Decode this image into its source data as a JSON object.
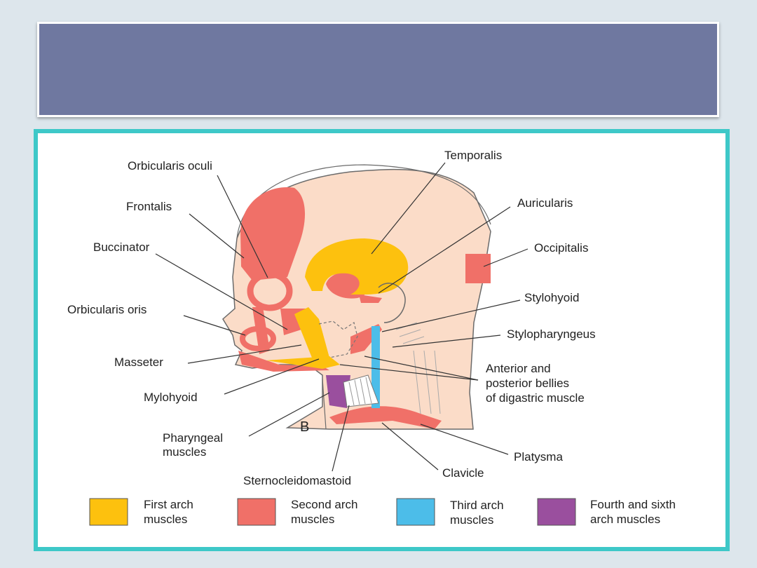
{
  "diagram": {
    "labels": {
      "orbicularis_oculi": "Orbicularis oculi",
      "frontalis": "Frontalis",
      "buccinator": "Buccinator",
      "orbicularis_oris": "Orbicularis oris",
      "masseter": "Masseter",
      "mylohyoid": "Mylohyoid",
      "pharyngeal_1": "Pharyngeal",
      "pharyngeal_2": "muscles",
      "sternocleidomastoid": "Sternocleidomastoid",
      "temporalis": "Temporalis",
      "auricularis": "Auricularis",
      "occipitalis": "Occipitalis",
      "stylohyoid": "Stylohyoid",
      "stylopharyngeus": "Stylopharyngeus",
      "digastric_1": "Anterior and",
      "digastric_2": "posterior bellies",
      "digastric_3": "of digastric muscle",
      "platysma": "Platysma",
      "clavicle": "Clavicle",
      "panel": "B"
    },
    "legend": [
      {
        "line1": "First arch",
        "line2": "muscles",
        "color": "#fdc10e"
      },
      {
        "line1": "Second arch",
        "line2": "muscles",
        "color": "#f07068"
      },
      {
        "line1": "Third arch",
        "line2": "muscles",
        "color": "#4cbde9"
      },
      {
        "line1": "Fourth and sixth",
        "line2": "arch muscles",
        "color": "#9a4f9e"
      }
    ],
    "colors": {
      "skin": "#fbdcc8",
      "first_arch": "#fdc10e",
      "second_arch": "#f07068",
      "third_arch": "#4cbde9",
      "fourth_sixth_arch": "#9a4f9e"
    }
  }
}
